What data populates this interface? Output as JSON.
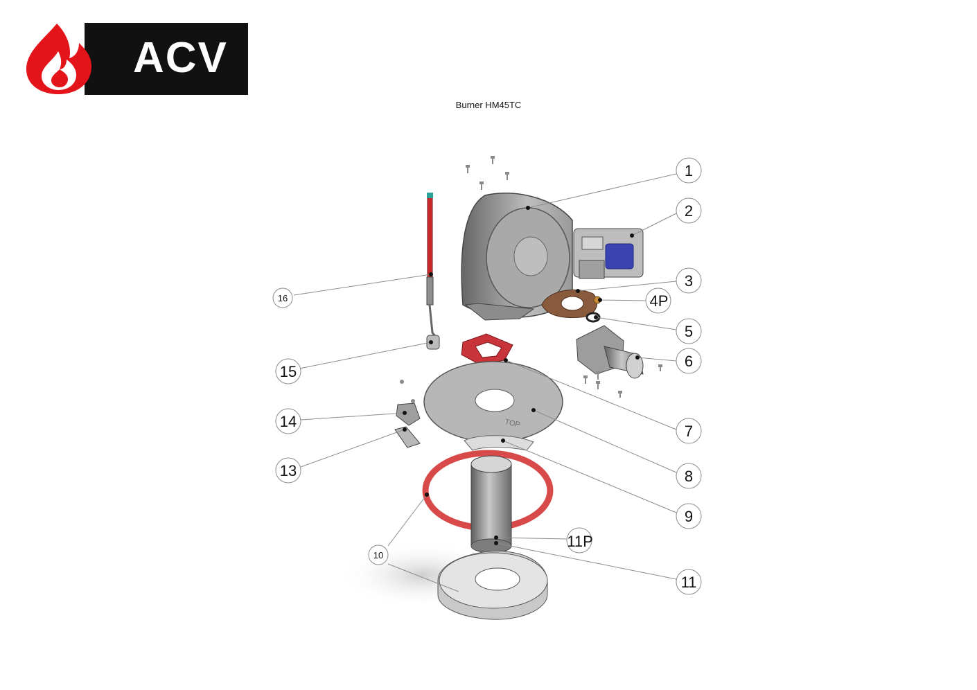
{
  "header": {
    "logo_text": "ACV",
    "logo_colors": {
      "flame": "#e3151b",
      "bar": "#111111",
      "text": "#ffffff"
    }
  },
  "title": "Burner HM45TC",
  "callouts": [
    {
      "id": "c1",
      "label": "1"
    },
    {
      "id": "c2",
      "label": "2"
    },
    {
      "id": "c3",
      "label": "3"
    },
    {
      "id": "c4p",
      "label": "4P"
    },
    {
      "id": "c5",
      "label": "5"
    },
    {
      "id": "c6",
      "label": "6"
    },
    {
      "id": "c7",
      "label": "7"
    },
    {
      "id": "c8",
      "label": "8"
    },
    {
      "id": "c9",
      "label": "9"
    },
    {
      "id": "c10",
      "label": "10"
    },
    {
      "id": "c11",
      "label": "11"
    },
    {
      "id": "c11p",
      "label": "11P"
    },
    {
      "id": "c13",
      "label": "13"
    },
    {
      "id": "c14",
      "label": "14"
    },
    {
      "id": "c15",
      "label": "15"
    },
    {
      "id": "c16",
      "label": "16"
    }
  ],
  "plate_marking": "TOP",
  "colors": {
    "gasket_red": "#d84a4a",
    "metal": "#b9b9b9",
    "valve_blue": "#3a44b0"
  }
}
